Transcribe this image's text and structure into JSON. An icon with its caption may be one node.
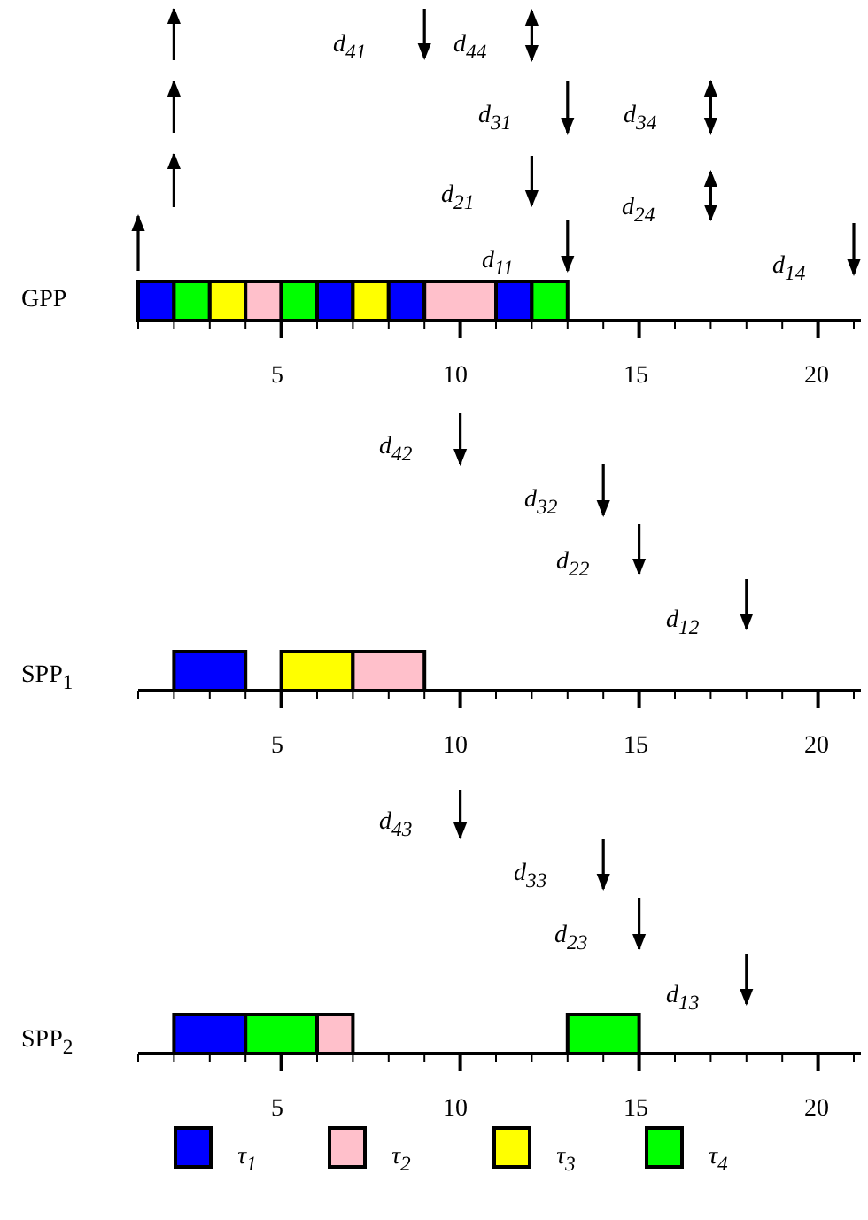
{
  "diagram": {
    "labels": [
      "d$_{41}$",
      "d$_{44}$",
      "d$_{31}$",
      "d$_{34}$",
      "d$_{21}$",
      "d$_{24}$",
      "d$_{11}$",
      "d$_{14}$",
      "GPP",
      "5",
      "10",
      "15",
      "20",
      "d$_{42}$",
      "d$_{32}$",
      "d$_{22}$",
      "d$_{12}$",
      "SPP$_{1}$",
      "5",
      "10",
      "15",
      "20",
      "d$_{43}$",
      "d$_{33}$",
      "d$_{23}$",
      "d$_{13}$",
      "SPP$_{2}$",
      "5",
      "10",
      "15",
      "20"
    ],
    "legend": [
      {
        "text": "τ$_{1}$",
        "color": "#0000ff"
      },
      {
        "text": "τ$_{2}$",
        "color": "#ffc0cb"
      },
      {
        "text": "τ$_{3}$",
        "color": "#ffff00"
      },
      {
        "text": "τ$_{4}$",
        "color": "#00ff00"
      }
    ]
  }
}
